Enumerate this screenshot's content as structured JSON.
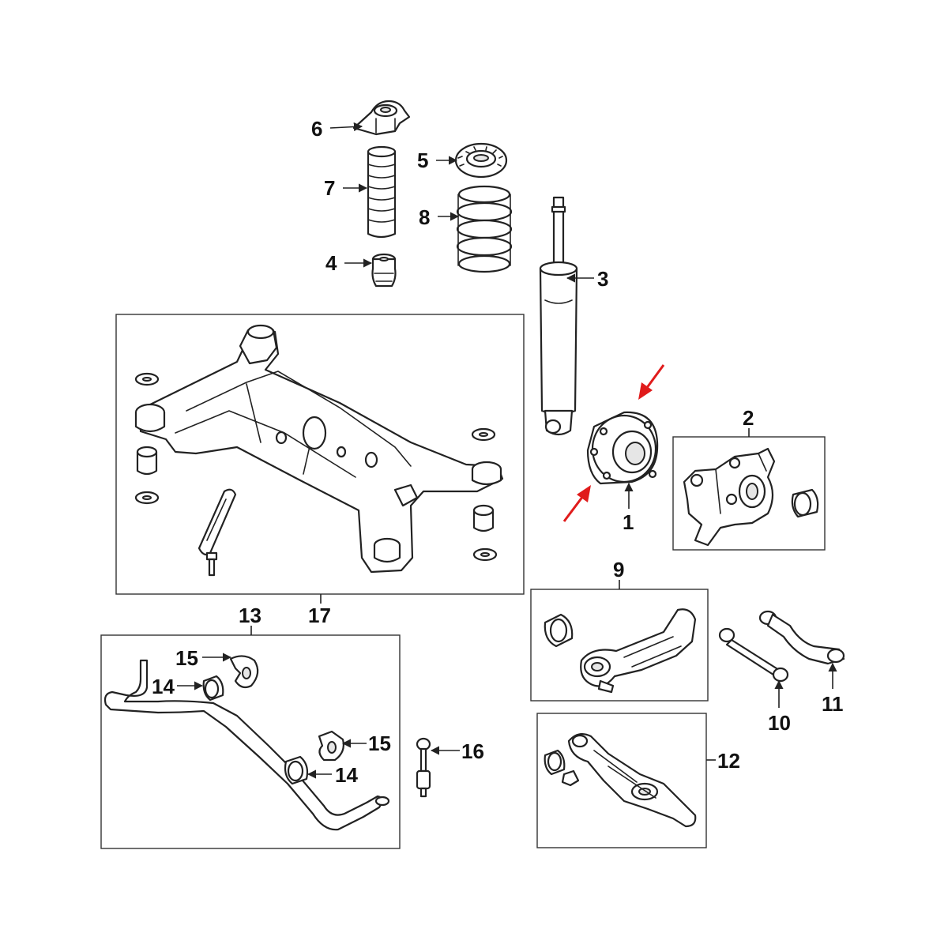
{
  "callouts": {
    "c1": "1",
    "c2": "2",
    "c3": "3",
    "c4": "4",
    "c5": "5",
    "c6": "6",
    "c7": "7",
    "c8": "8",
    "c9": "9",
    "c10": "10",
    "c11": "11",
    "c12": "12",
    "c13": "13",
    "c14a": "14",
    "c14b": "14",
    "c15a": "15",
    "c15b": "15",
    "c16": "16",
    "c17": "17"
  },
  "colors": {
    "highlight_arrow": "#e01b1b",
    "line": "#222222",
    "background": "#ffffff"
  }
}
